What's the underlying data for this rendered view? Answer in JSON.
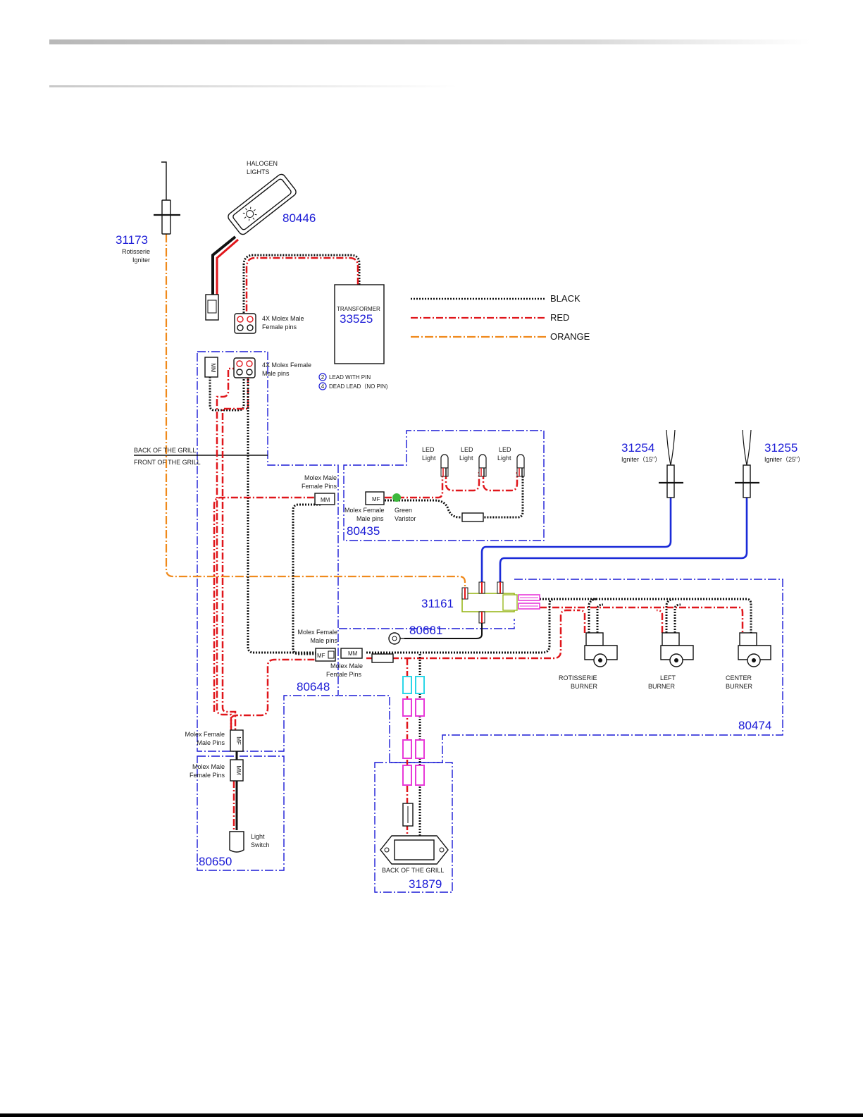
{
  "parts": {
    "p31173": {
      "number": "31173",
      "name_line1": "Rotisserie",
      "name_line2": "Igniter"
    },
    "p80446": {
      "number": "80446",
      "title_line1": "HALOGEN",
      "title_line2": "LIGHTS"
    },
    "p33525": {
      "number": "33525",
      "title": "TRANSFORMER"
    },
    "p80435": {
      "number": "80435"
    },
    "p31254": {
      "number": "31254",
      "name": "Igniter（15\"）"
    },
    "p31255": {
      "number": "31255",
      "name": "Igniter（25\"）"
    },
    "p31161": {
      "number": "31161"
    },
    "p80661": {
      "number": "80661"
    },
    "p80648": {
      "number": "80648"
    },
    "p80474": {
      "number": "80474"
    },
    "p80650": {
      "number": "80650"
    },
    "p31879": {
      "number": "31879",
      "label": "BACK OF THE GRILL"
    }
  },
  "legend": {
    "black": "BLACK",
    "red": "RED",
    "orange": "ORANGE"
  },
  "labels": {
    "molex_4x_male_1": "4X Molex Male",
    "molex_4x_male_2": "Female pins",
    "molex_4x_female_1": "4X Molex Female",
    "molex_4x_female_2": "Male pins",
    "lead_with_pin": "LEAD WITH PIN",
    "dead_lead": "DEAD LEAD（NO PIN)",
    "note_num_2": "2",
    "note_num_4": "4",
    "back_of_grill": "BACK OF THE GRILL",
    "front_of_grill": "FRONT OF THE GRILL",
    "led_1": "LED",
    "light_1": "Light",
    "led_2": "LED",
    "light_2": "Light",
    "led_3": "LED",
    "light_3": "Light",
    "molex_female_male_pins_a1": "Molex Female",
    "molex_female_male_pins_a2": "Male pins",
    "green_1": "Green",
    "varistor": "Varistor",
    "molex_male_female_pins_b1": "Molex Male",
    "molex_male_female_pins_b2": "Female Pins",
    "molex_female_male_pins_c1": "Molex Female",
    "molex_female_male_pins_c2": "Male pins",
    "molex_male_female_pins_d1": "Molex Male",
    "molex_male_female_pins_d2": "Female Pins",
    "molex_female_male_pins_e1": "Molex Female",
    "molex_female_male_pins_e2": "Male Pins",
    "molex_male_female_pins_f1": "Molex Male",
    "molex_male_female_pins_f2": "Female Pins",
    "light_switch_1": "Light",
    "light_switch_2": "Switch",
    "rotisserie_burner_1": "ROTISSERIE",
    "rotisserie_burner_2": "BURNER",
    "left_burner_1": "LEFT",
    "left_burner_2": "BURNER",
    "center_burner_1": "CENTER",
    "center_burner_2": "BURNER",
    "conn_mf": "MF",
    "conn_mm": "MM"
  },
  "colors": {
    "part_number": "#1a1ad6",
    "black": "#111111",
    "red": "#e0161b",
    "orange": "#f08a1c",
    "blue": "#1a2bd8",
    "cyan": "#2bd6e8",
    "magenta": "#e83ad8",
    "green": "#3cb83c"
  }
}
